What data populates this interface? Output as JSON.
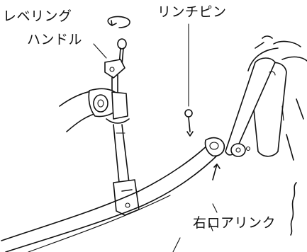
{
  "labels": {
    "leveling": "レベリング",
    "handle": "ハンドル",
    "linch_pin": "リンチピン",
    "right_lower_link": "右ロアリンク"
  }
}
